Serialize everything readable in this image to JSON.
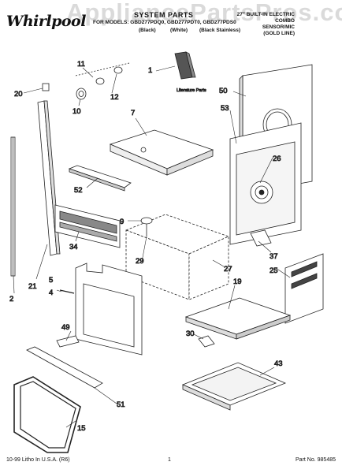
{
  "header": {
    "brand": "Whirlpool",
    "title": "SYSTEM PARTS",
    "models": "FOR MODELS: GBD277PDQ0, GBD277PDT0, GBD277PDS0",
    "color_black": "(Black)",
    "color_white": "(White)",
    "color_stainless": "(Black Stainless)",
    "right_line1": "27\" BUILT-IN ELECTRIC",
    "right_line2": "COMBO",
    "right_line3": "SENSOR/MIC",
    "right_line4": "(GOLD LINE)",
    "watermark": "AppliancePartsPros.com"
  },
  "literature_label": "Literature Parts",
  "callouts": {
    "c1": "1",
    "c2": "2",
    "c4": "4",
    "c7": "7",
    "c9": "9",
    "c10": "10",
    "c11": "11",
    "c12": "12",
    "c15": "15",
    "c19": "19",
    "c20": "20",
    "c21": "21",
    "c25": "25",
    "c26": "26",
    "c27": "27",
    "c29": "29",
    "c30": "30",
    "c34": "34",
    "c37": "37",
    "c43": "43",
    "c49": "49",
    "c50": "50",
    "c51": "51",
    "c52": "52",
    "c53": "53"
  },
  "footer": {
    "left": "10-99 Litho In U.S.A. (R6)",
    "center": "1",
    "right": "Part No. 985485"
  }
}
